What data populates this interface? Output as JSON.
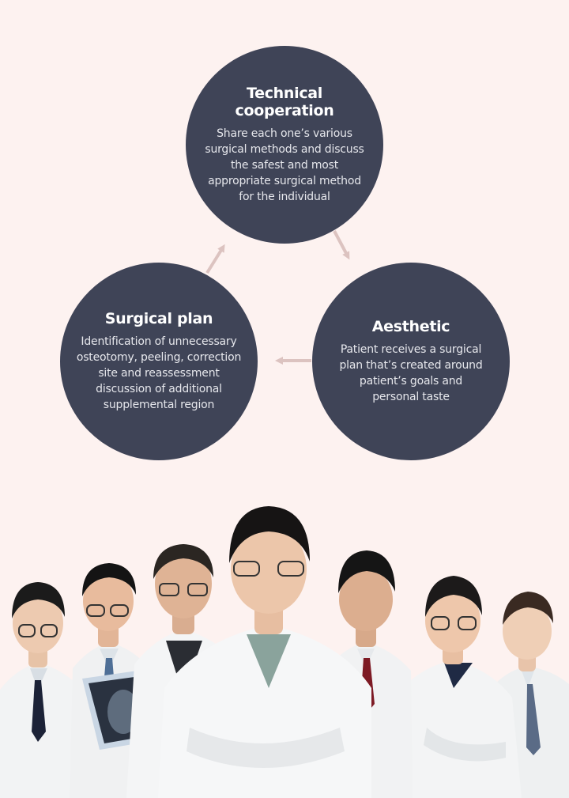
{
  "cycle": {
    "top": {
      "title": "Technical cooperation",
      "description": "Share each one’s various surgical methods and discuss the safest and most appropriate surgical method for the individual"
    },
    "right": {
      "title": "Aesthetic",
      "description": "Patient receives a surgical plan that’s created around patient’s goals and personal taste"
    },
    "left": {
      "title": "Surgical plan",
      "description": "Identification of unnecessary osteotomy, peeling, correction site and reassessment discussion of additional supplemental region"
    }
  },
  "colors": {
    "background": "#fdf2f0",
    "circle": "#3f4457",
    "arrow": "#dcc3c0"
  }
}
